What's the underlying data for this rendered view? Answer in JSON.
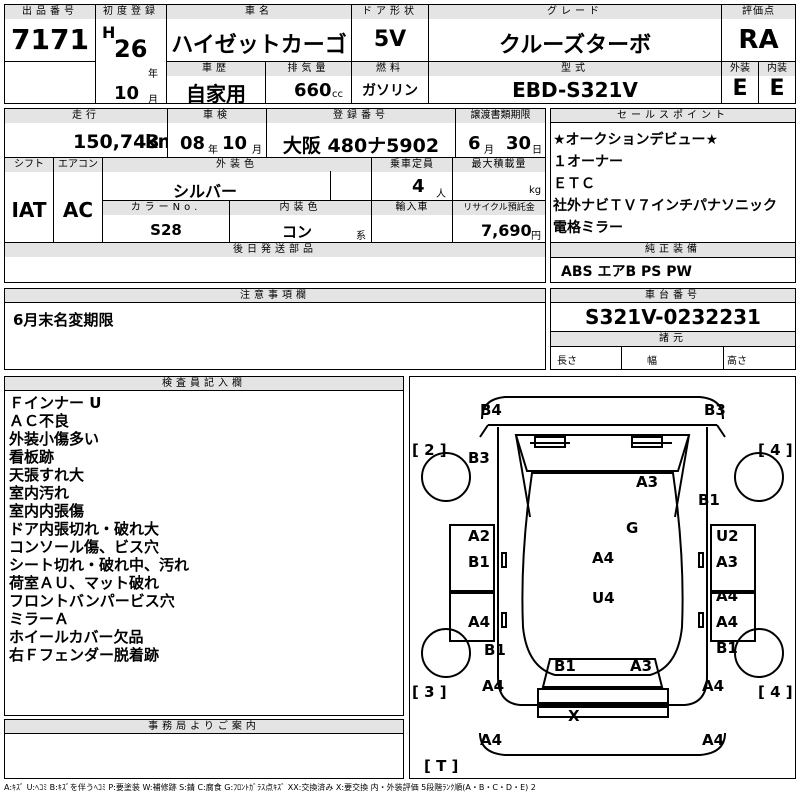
{
  "auction_no": {
    "label": "出品番号",
    "value": "7171"
  },
  "first_reg": {
    "label": "初度登録",
    "era": "H",
    "year": "26",
    "year_unit": "年",
    "month": "10",
    "month_unit": "月"
  },
  "car_name": {
    "label": "車名",
    "value": "ハイゼットカーゴ"
  },
  "door": {
    "label": "ドア形状",
    "value": "5V"
  },
  "grade": {
    "label": "グレード",
    "value": "クルーズターボ"
  },
  "score": {
    "label": "評価点",
    "value": "RA"
  },
  "history": {
    "label": "車歴",
    "value": "自家用"
  },
  "displacement": {
    "label": "排気量",
    "value": "660",
    "unit": "cc"
  },
  "fuel": {
    "label": "燃料",
    "value": "ガソリン"
  },
  "model": {
    "label": "型式",
    "value": "EBD-S321V"
  },
  "exterior": {
    "label": "外装",
    "value": "E"
  },
  "interior": {
    "label": "内装",
    "value": "E"
  },
  "mileage": {
    "label": "走行",
    "value": "150,743",
    "unit": "km"
  },
  "inspection": {
    "label": "車検",
    "year": "08",
    "year_unit": "年",
    "month": "10",
    "month_unit": "月"
  },
  "plate": {
    "label": "登録番号",
    "value": "大阪 480ナ5902"
  },
  "transfer": {
    "label": "譲渡書類期限",
    "month": "6",
    "month_unit": "月",
    "day": "30",
    "day_unit": "日"
  },
  "shift": {
    "label": "シフト",
    "value": "IAT"
  },
  "aircon": {
    "label": "エアコン",
    "value": "AC"
  },
  "ext_color": {
    "label": "外装色",
    "value": "シルバー"
  },
  "capacity": {
    "label": "乗車定員",
    "value": "4",
    "unit": "人"
  },
  "max_load": {
    "label": "最大積載量",
    "value": "",
    "unit": "kg"
  },
  "color_no": {
    "label": "カラーNo.",
    "value": "S28"
  },
  "int_color": {
    "label": "内装色",
    "value": "コン",
    "unit": "系"
  },
  "import": {
    "label": "輸入車",
    "value": ""
  },
  "recycle": {
    "label": "リサイクル預託金",
    "value": "7,690",
    "unit": "円"
  },
  "later_parts": {
    "label": "後日発送部品",
    "value": ""
  },
  "notes": {
    "label": "注意事項欄",
    "value": "6月末名変期限"
  },
  "sales_points": {
    "label": "セールスポイント",
    "items": [
      "★オークションデビュー★",
      "１オーナー",
      "ＥＴＣ",
      "社外ナビＴＶ７インチパナソニック",
      "電格ミラー"
    ]
  },
  "equipment": {
    "label": "純正装備",
    "value": "ABS エアB PS PW"
  },
  "chassis": {
    "label": "車台番号",
    "value": "S321V-0232231"
  },
  "specs": {
    "label": "諸元",
    "length": "長さ",
    "width": "幅",
    "height": "高さ"
  },
  "inspector": {
    "label": "検査員記入欄",
    "items": [
      "Ｆインナー U",
      "ＡＣ不良",
      "外装小傷多い",
      "看板跡",
      "天張すれ大",
      "室内汚れ",
      "室内内張傷",
      "ドア内張切れ・破れ大",
      "コンソール傷、ビス穴",
      "シート切れ・破れ中、汚れ",
      "荷室ＡＵ、マット破れ",
      "フロントバンパービス穴",
      "ミラーＡ",
      "ホイールカバー欠品",
      "右Ｆフェンダー脱着跡"
    ]
  },
  "office": {
    "label": "事務局よりご案内",
    "value": ""
  },
  "diagram": {
    "marks": [
      "B4",
      "B3",
      "B3",
      "A3",
      "B1",
      "G",
      "A2",
      "B1",
      "U2",
      "A3",
      "A4",
      "U4",
      "A4",
      "A4",
      "A4",
      "B1",
      "B1",
      "B1",
      "A3",
      "A4",
      "A4",
      "X",
      "A4",
      "A4"
    ],
    "sides": [
      "[ 2 ]",
      "[ 4 ]",
      "[ 3 ]",
      "[ 4 ]",
      "[ T ]"
    ]
  },
  "legend": "A:ｷｽﾞ  U:ﾍｺﾐ  B:ｷｽﾞを伴うﾍｺﾐ  P:要塗装  W:補修跡  S:錆  C:腐食  G:ﾌﾛﾝﾄｶﾞﾗｽ点ｷｽﾞ  XX:交換済み  X:要交換  内・外装評価  5段階ﾗﾝｸ順(A・B・C・D・E) 2"
}
